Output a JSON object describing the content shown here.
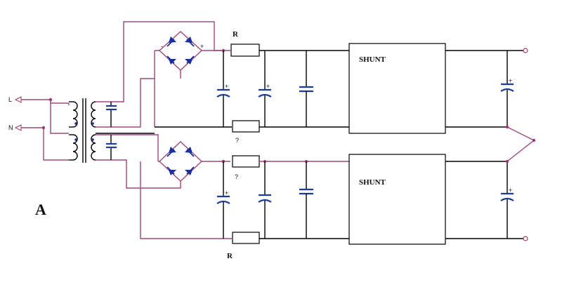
{
  "labels": {
    "figure": "A",
    "live": "L",
    "neutral": "N",
    "shunt_top": "SHUNT",
    "shunt_bottom": "SHUNT",
    "r_top": "R",
    "r_bottom": "R",
    "res_top_lower": "?",
    "res_bottom_upper": "?",
    "plus": "+",
    "minus": "-"
  },
  "colors": {
    "wire": "#000000",
    "wire_accent": "#9c4a7a",
    "capacitor": "#1f3b9a",
    "diode": "#1a2e9e",
    "junction": "#a0357a"
  }
}
